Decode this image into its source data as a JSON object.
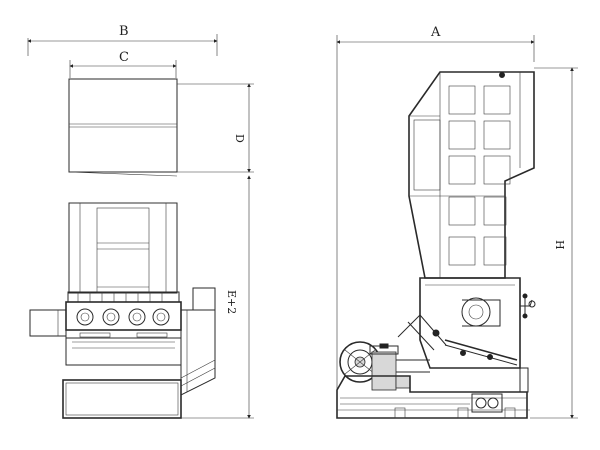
{
  "labels": {
    "dim_a": "A",
    "dim_b": "B",
    "dim_c": "C",
    "dim_d": "D",
    "dim_e": "E+2",
    "dim_h": "H"
  }
}
